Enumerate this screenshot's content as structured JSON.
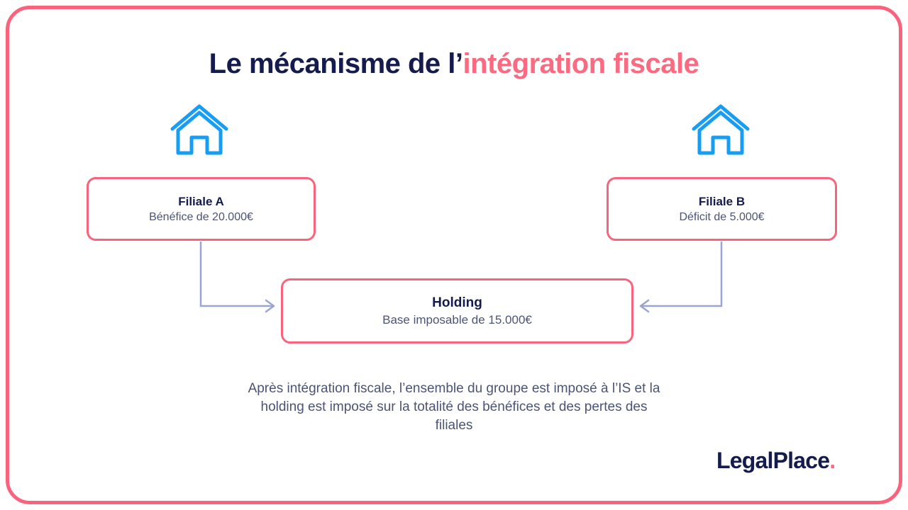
{
  "frame": {
    "border_color": "#F9637C"
  },
  "title": {
    "lead": "Le mécanisme de l’",
    "accent": "intégration fiscale",
    "lead_color": "#141B4D",
    "accent_color": "#FA6A80"
  },
  "icons": {
    "left_house": "house-icon",
    "right_house": "house-icon",
    "house_color": "#189DF5"
  },
  "boxes": [
    {
      "id": "filiale-a",
      "title": "Filiale A",
      "subtitle": "Bénéfice de 20.000€",
      "border_color": "#F9637C"
    },
    {
      "id": "filiale-b",
      "title": "Filiale B",
      "subtitle": "Déficit de 5.000€",
      "border_color": "#F9637C"
    },
    {
      "id": "holding",
      "title": "Holding",
      "subtitle": "Base imposable de 15.000€",
      "border_color": "#F9637C"
    }
  ],
  "connectors": {
    "color": "#9AA5D2",
    "left_arrow_direction": "right",
    "right_arrow_direction": "left"
  },
  "caption": {
    "text": "Après intégration fiscale, l’ensemble du groupe est imposé à l’IS et la holding est imposé sur la totalité des bénéfices et des pertes des filiales",
    "color": "#4B5474"
  },
  "logo": {
    "name": "LegalPlace",
    "dot": ".",
    "name_color": "#141B4D",
    "dot_color": "#FA6A80"
  },
  "chart_data": {
    "type": "diagram",
    "title": "Le mécanisme de l’intégration fiscale",
    "nodes": [
      {
        "name": "Filiale A",
        "metric": "Bénéfice",
        "value": 20000,
        "currency": "€",
        "display": "Bénéfice de 20.000€"
      },
      {
        "name": "Filiale B",
        "metric": "Déficit",
        "value": 5000,
        "currency": "€",
        "display": "Déficit de 5.000€"
      },
      {
        "name": "Holding",
        "metric": "Base imposable",
        "value": 15000,
        "currency": "€",
        "display": "Base imposable de 15.000€"
      }
    ],
    "edges": [
      {
        "from": "Filiale A",
        "to": "Holding"
      },
      {
        "from": "Filiale B",
        "to": "Holding"
      }
    ]
  }
}
